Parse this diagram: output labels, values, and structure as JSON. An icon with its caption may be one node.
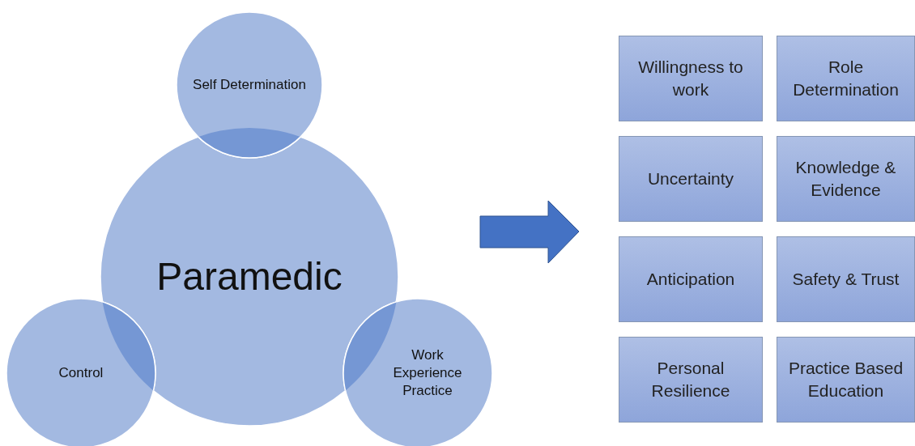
{
  "diagram": {
    "nodes": [
      {
        "text": [
          "Self Determination"
        ]
      },
      {
        "text": [
          "Paramedic"
        ]
      },
      {
        "text": [
          "Control"
        ]
      },
      {
        "text": [
          "Work Experience Practice"
        ]
      },
      {
        "text": [
          "Willingness to work"
        ]
      },
      {
        "text": [
          "Role Determination"
        ]
      },
      {
        "text": [
          "Uncertainty"
        ]
      },
      {
        "text": [
          "Knowledge & Evidence"
        ]
      },
      {
        "text": [
          "Anticipation"
        ]
      },
      {
        "text": [
          "Safety & Trust"
        ]
      },
      {
        "text": [
          "Personal Resilience"
        ]
      },
      {
        "text": [
          "Practice Based Education"
        ]
      }
    ]
  }
}
